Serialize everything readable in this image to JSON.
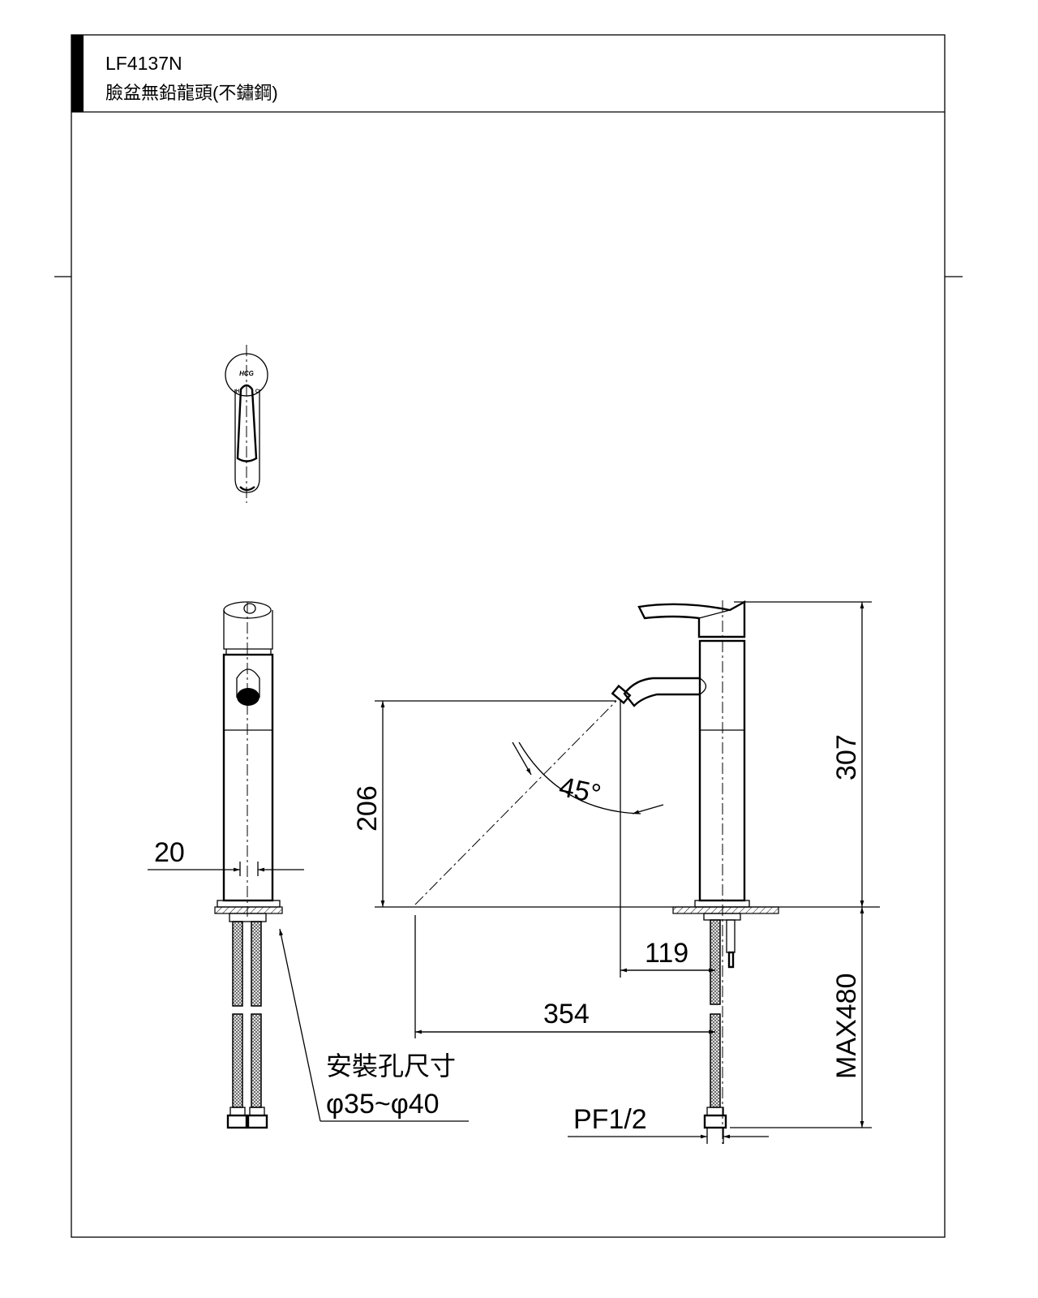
{
  "header": {
    "model": "LF4137N",
    "product_name": "臉盆無鉛龍頭(不鏽鋼)"
  },
  "drawing": {
    "logo": "HCG",
    "hot_mark": "H",
    "cold_mark": "C",
    "dimensions": {
      "stem_width": "20",
      "spout_height": "206",
      "angle": "45°",
      "total_height": "307",
      "spout_offset": "119",
      "reach": "354",
      "hose_length": "MAX480",
      "thread": "PF1/2"
    },
    "install_hole": {
      "label": "安裝孔尺寸",
      "size": "φ35~φ40"
    }
  }
}
